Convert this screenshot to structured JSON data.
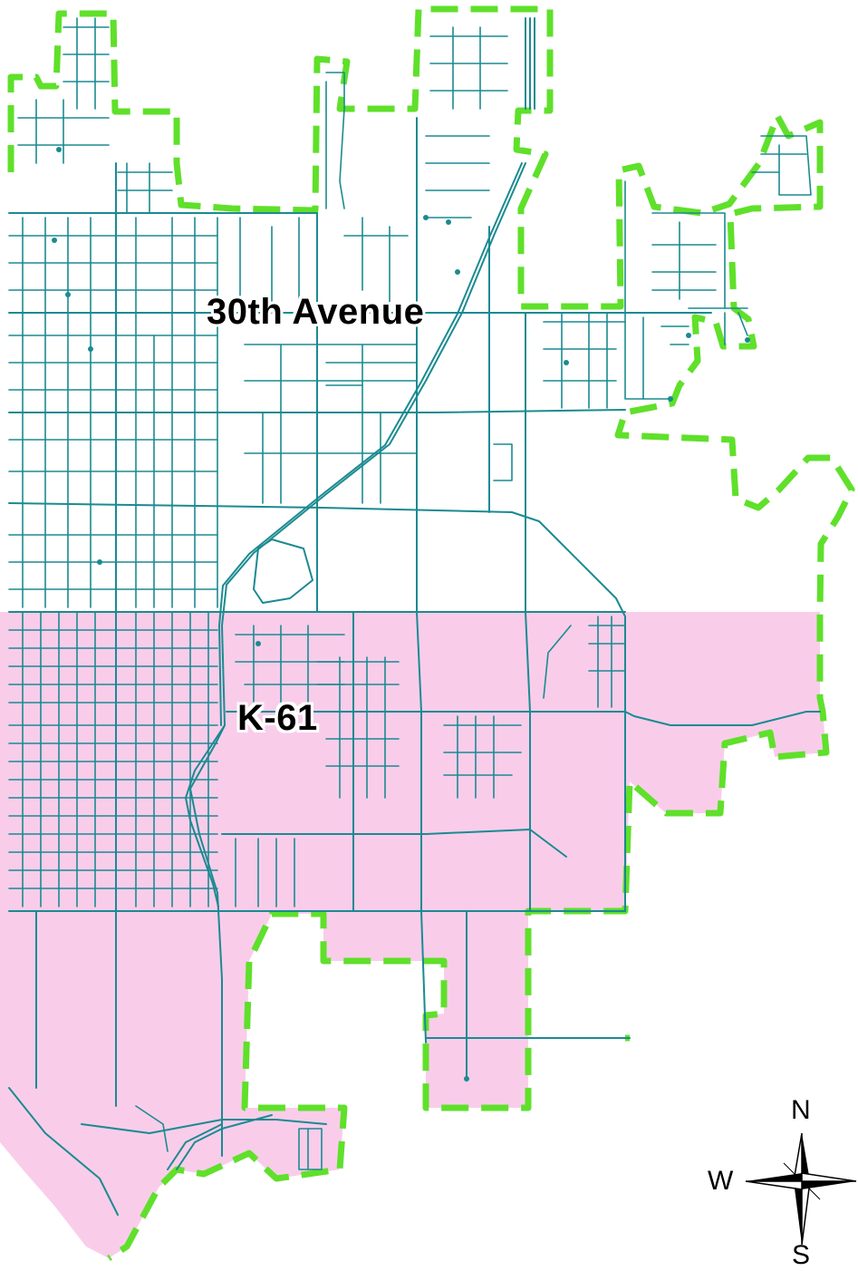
{
  "map": {
    "labels": {
      "avenue_30th": "30th Avenue",
      "k61": "K-61"
    },
    "compass": {
      "north": "N",
      "south": "S",
      "west": "W"
    },
    "colors": {
      "highlight_zone": "#f9cdea",
      "city_boundary": "#5fe02a",
      "streets": "#1b8a91",
      "background": "#ffffff"
    }
  }
}
